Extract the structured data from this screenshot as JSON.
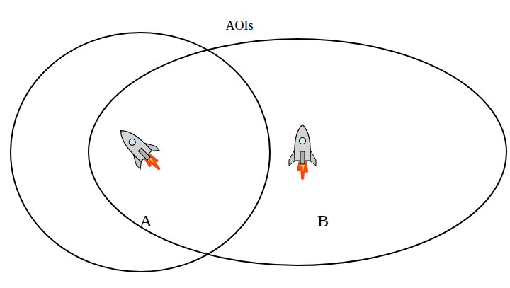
{
  "diagram": {
    "labels": [
      "AOIs",
      "A",
      "B"
    ]
  }
}
